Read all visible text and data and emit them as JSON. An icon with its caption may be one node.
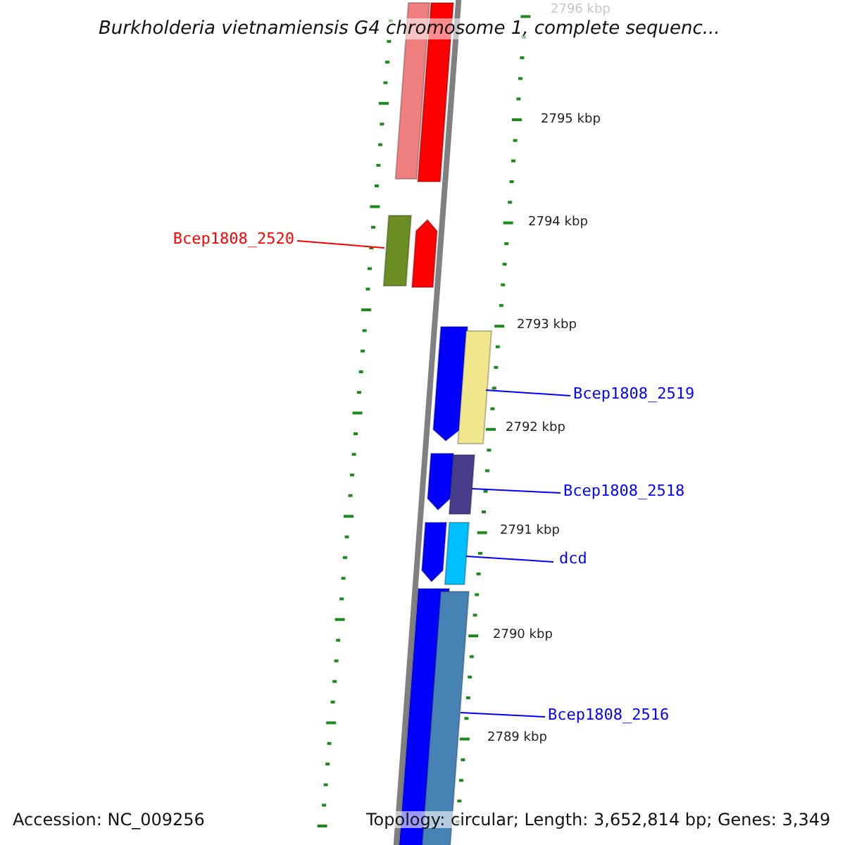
{
  "diagram": {
    "title": "Burkholderia vietnamiensis G4 chromosome 1, complete sequenc...",
    "nodes": [
      {
        "text": [],
        "shape": "bar"
      },
      {
        "text": [],
        "shape": "bar"
      },
      {
        "text": [
          "Bcep1808_2520"
        ]
      },
      {
        "text": [],
        "shape": "bar"
      },
      {
        "text": [],
        "shape": "arrow"
      },
      {
        "text": [],
        "shape": "arrow"
      },
      {
        "text": [],
        "shape": "bar"
      },
      {
        "text": [
          "Bcep1808_2519"
        ]
      },
      {
        "text": [],
        "shape": "arrow"
      },
      {
        "text": [],
        "shape": "bar"
      },
      {
        "text": [
          "Bcep1808_2518"
        ]
      },
      {
        "text": [],
        "shape": "arrow"
      },
      {
        "text": [],
        "shape": "bar"
      },
      {
        "text": [
          "dcd"
        ]
      },
      {
        "text": [],
        "shape": "bar"
      },
      {
        "text": [],
        "shape": "bar"
      },
      {
        "text": [
          "Bcep1808_2516"
        ]
      }
    ],
    "edges": [
      {
        "from": 2,
        "to": 3,
        "arrow": "none",
        "color": "#ff0000"
      },
      {
        "from": 7,
        "to": 6,
        "arrow": "none"
      },
      {
        "from": 10,
        "to": 9,
        "arrow": "none"
      },
      {
        "from": 13,
        "to": 12,
        "arrow": "none"
      },
      {
        "from": 16,
        "to": 15,
        "arrow": "none"
      }
    ],
    "labels": [
      "2796 kbp",
      "2795 kbp",
      "2794 kbp",
      "2793 kbp",
      "2792 kbp",
      "2791 kbp",
      "2790 kbp",
      "2789 kbp",
      "Accession: NC_009256",
      "Topology: circular; Length: 3,652,814 bp; Genes: 3,349"
    ]
  }
}
